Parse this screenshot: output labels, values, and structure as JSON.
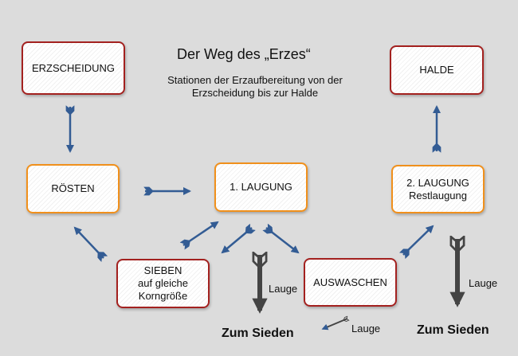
{
  "title": "Der Weg des „Erzes“",
  "subtitle": [
    "Stationen der Erzaufbereitung von der",
    "Erzscheidung bis zur Halde"
  ],
  "stations": {
    "erzscheidung": "ERZSCHEIDUNG",
    "roesten": "RÖSTEN",
    "laugung1": "1. LAUGUNG",
    "halde": "HALDE",
    "laugung2_line1": "2. LAUGUNG",
    "laugung2_line2": "Restlaugung",
    "sieben_line1": "SIEBEN",
    "sieben_line2": "auf gleiche",
    "sieben_line3": "Korngröße",
    "auswaschen": "AUSWASCHEN"
  },
  "labels": {
    "lauge1": "Lauge",
    "lauge2": "Lauge",
    "lauge3": "Lauge",
    "zum_sieden1": "Zum Sieden",
    "zum_sieden2": "Zum Sieden"
  },
  "colors": {
    "arrow_blue": "#335c94",
    "arrow_gray": "#444444",
    "red_border": "#a3211f",
    "orange_border": "#f0901c"
  }
}
